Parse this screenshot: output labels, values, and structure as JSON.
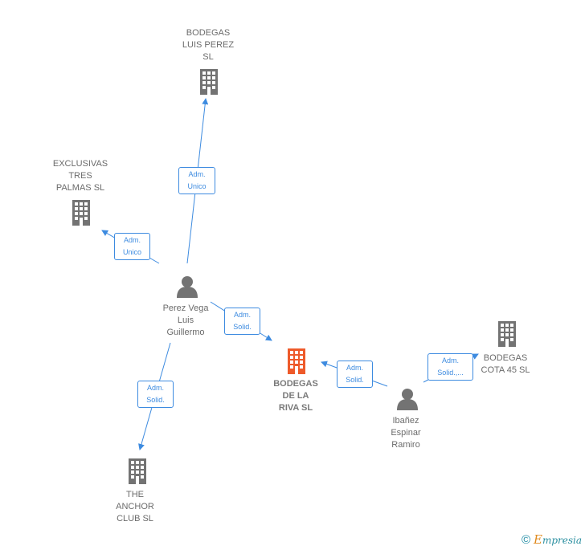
{
  "nodes": {
    "bodegas_luis_perez": {
      "label": "BODEGAS\nLUIS PEREZ\nSL",
      "icon": "building-icon"
    },
    "exclusivas_tres_palmas": {
      "label": "EXCLUSIVAS\nTRES\nPALMAS  SL",
      "icon": "building-icon"
    },
    "perez_vega": {
      "label": "Perez Vega\nLuis\nGuillermo",
      "icon": "person-icon"
    },
    "bodegas_de_la_riva": {
      "label": "BODEGAS\nDE LA\nRIVA  SL",
      "icon": "building-icon",
      "color": "#ee5a2a"
    },
    "bodegas_cota_45": {
      "label": "BODEGAS\nCOTA 45  SL",
      "icon": "building-icon"
    },
    "ibanez_espinar": {
      "label": "Ibañez\nEspinar\nRamiro",
      "icon": "person-icon"
    },
    "the_anchor_club": {
      "label": "THE\nANCHOR\nCLUB  SL",
      "icon": "building-icon"
    }
  },
  "edges": {
    "e1": "Adm.\nUnico",
    "e2": "Adm.\nUnico",
    "e3": "Adm.\nSolid.",
    "e4": "Adm.\nSolid.",
    "e5": "Adm.\nSolid.",
    "e6": "Adm.\nSolid.,..."
  },
  "colors": {
    "edge": "#3d8be0",
    "building": "#737373",
    "focus_building": "#ee5a2a",
    "person": "#737373"
  },
  "footer": {
    "copyright": "©",
    "brand_initial": "E",
    "brand_rest": "mpresia"
  }
}
